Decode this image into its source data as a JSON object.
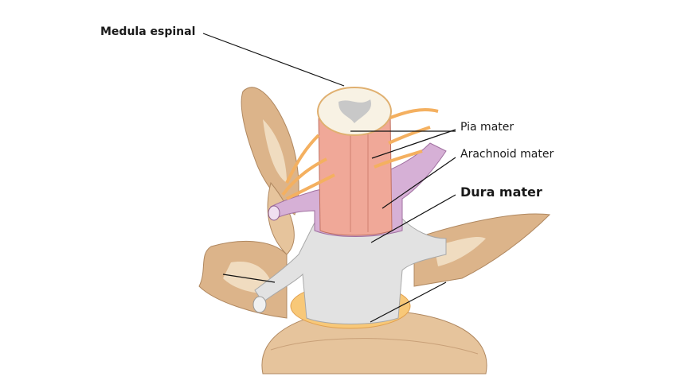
{
  "labels": {
    "spinal_cord": "Medula espinal",
    "pia": "Pia mater",
    "arachnoid": "Arachnoid mater",
    "dura": "Dura mater"
  },
  "colors": {
    "bone": "#dcb48a",
    "bone_inner": "#f0dcc0",
    "dura": "#dcdcdc",
    "arachnoid": "#d6b0d6",
    "pia": "#f0a898",
    "nerve": "#f4b060",
    "fat": "#f8c878"
  }
}
